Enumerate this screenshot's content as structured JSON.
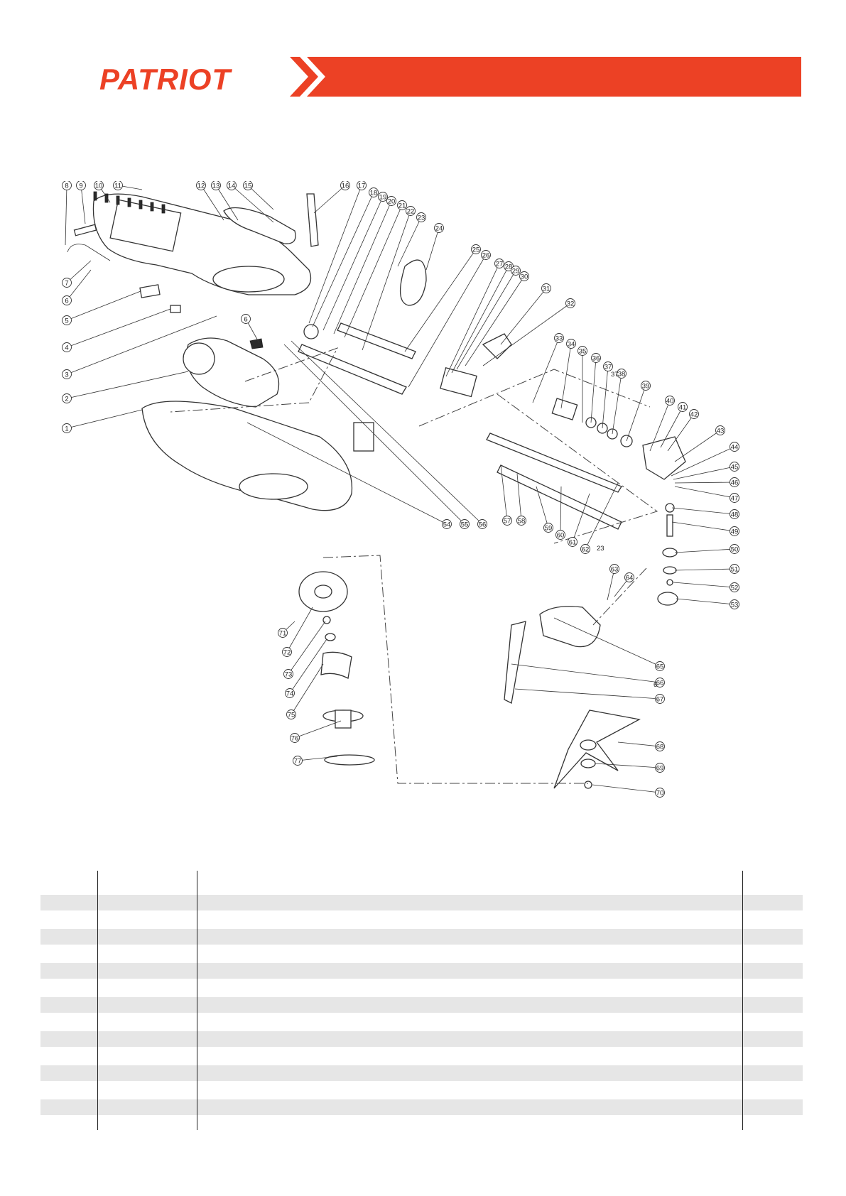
{
  "brand": {
    "logo_text": "PATRIOT",
    "accent_color": "#ec4125",
    "banner_color": "#ec4125",
    "chevron_icon": "chevron-right-icon"
  },
  "diagram": {
    "labels": [
      {
        "id": "1",
        "text": "1"
      },
      {
        "id": "2",
        "text": "2"
      },
      {
        "id": "3",
        "text": "3"
      },
      {
        "id": "4",
        "text": "4"
      },
      {
        "id": "5",
        "text": "5"
      },
      {
        "id": "6a",
        "text": "6"
      },
      {
        "id": "7",
        "text": "7"
      },
      {
        "id": "8",
        "text": "8"
      },
      {
        "id": "9",
        "text": "9"
      },
      {
        "id": "10",
        "text": "10"
      },
      {
        "id": "11",
        "text": "11"
      },
      {
        "id": "12",
        "text": "12"
      },
      {
        "id": "13",
        "text": "13"
      },
      {
        "id": "14",
        "text": "14"
      },
      {
        "id": "15",
        "text": "15"
      },
      {
        "id": "16",
        "text": "16"
      },
      {
        "id": "17",
        "text": "17"
      },
      {
        "id": "18",
        "text": "18"
      },
      {
        "id": "19",
        "text": "19"
      },
      {
        "id": "20",
        "text": "20"
      },
      {
        "id": "21",
        "text": "21"
      },
      {
        "id": "22",
        "text": "22"
      },
      {
        "id": "23a",
        "text": "23"
      },
      {
        "id": "24",
        "text": "24"
      },
      {
        "id": "25",
        "text": "25"
      },
      {
        "id": "26",
        "text": "26"
      },
      {
        "id": "27",
        "text": "27"
      },
      {
        "id": "28",
        "text": "28"
      },
      {
        "id": "29",
        "text": "29"
      },
      {
        "id": "30",
        "text": "30"
      },
      {
        "id": "31",
        "text": "31"
      },
      {
        "id": "32",
        "text": "32"
      },
      {
        "id": "33",
        "text": "33"
      },
      {
        "id": "34",
        "text": "34"
      },
      {
        "id": "35",
        "text": "35"
      },
      {
        "id": "36",
        "text": "36"
      },
      {
        "id": "37a",
        "text": "37"
      },
      {
        "id": "38",
        "text": "38"
      },
      {
        "id": "39",
        "text": "39"
      },
      {
        "id": "40",
        "text": "40"
      },
      {
        "id": "41",
        "text": "41"
      },
      {
        "id": "42",
        "text": "42"
      },
      {
        "id": "43",
        "text": "43"
      },
      {
        "id": "44",
        "text": "44"
      },
      {
        "id": "45",
        "text": "45"
      },
      {
        "id": "46",
        "text": "46"
      },
      {
        "id": "47",
        "text": "47"
      },
      {
        "id": "48",
        "text": "48"
      },
      {
        "id": "49",
        "text": "49"
      },
      {
        "id": "50",
        "text": "50"
      },
      {
        "id": "51",
        "text": "51"
      },
      {
        "id": "52",
        "text": "52"
      },
      {
        "id": "53",
        "text": "53"
      },
      {
        "id": "54",
        "text": "54"
      },
      {
        "id": "55",
        "text": "55"
      },
      {
        "id": "56",
        "text": "56"
      },
      {
        "id": "57",
        "text": "57"
      },
      {
        "id": "58",
        "text": "58"
      },
      {
        "id": "59",
        "text": "59"
      },
      {
        "id": "60",
        "text": "60"
      },
      {
        "id": "61",
        "text": "61"
      },
      {
        "id": "62",
        "text": "62"
      },
      {
        "id": "63",
        "text": "63"
      },
      {
        "id": "64",
        "text": "64"
      },
      {
        "id": "65",
        "text": "65"
      },
      {
        "id": "66",
        "text": "66"
      },
      {
        "id": "67",
        "text": "67"
      },
      {
        "id": "68",
        "text": "68"
      },
      {
        "id": "69",
        "text": "69"
      },
      {
        "id": "70",
        "text": "70"
      },
      {
        "id": "71",
        "text": "71"
      },
      {
        "id": "72",
        "text": "72"
      },
      {
        "id": "73",
        "text": "73"
      },
      {
        "id": "74",
        "text": "74"
      },
      {
        "id": "75",
        "text": "75"
      },
      {
        "id": "76",
        "text": "76"
      },
      {
        "id": "77",
        "text": "77"
      },
      {
        "id": "6b",
        "text": "6"
      },
      {
        "id": "6c",
        "text": "6"
      },
      {
        "id": "23b",
        "text": "23"
      }
    ],
    "plain_labels": {
      "p37": "37",
      "p23": "23",
      "p6": "6"
    }
  },
  "table": {
    "row_count": 14,
    "shaded_rows": [
      1,
      3,
      5,
      7,
      9,
      11,
      13
    ],
    "cells": []
  }
}
